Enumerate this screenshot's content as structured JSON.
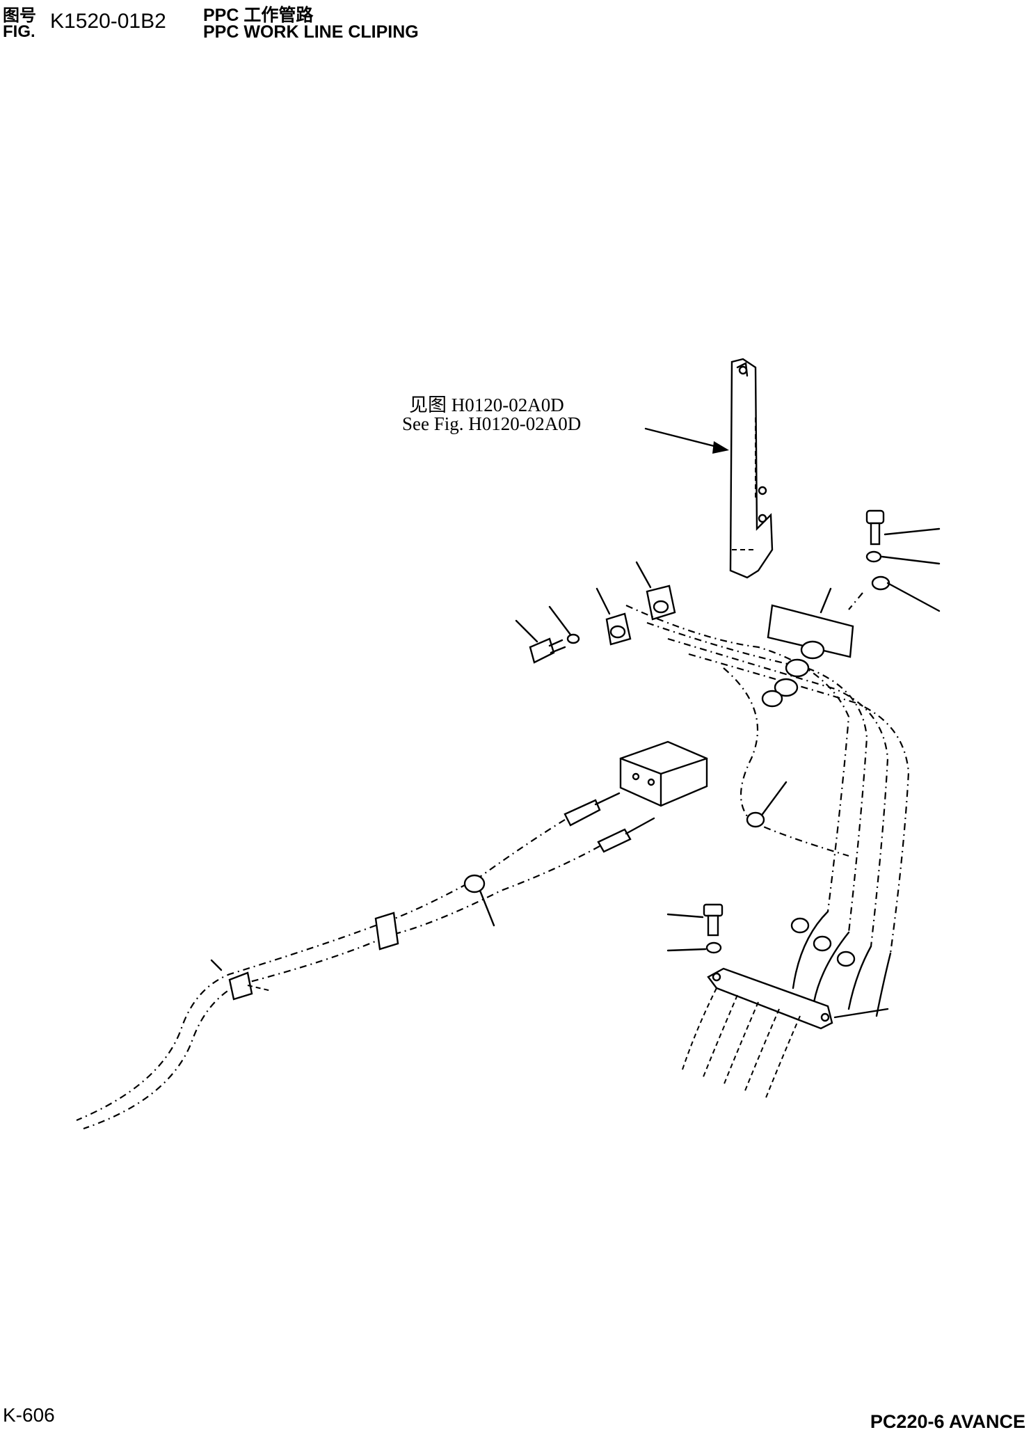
{
  "header": {
    "fig_label_cn": "图号",
    "fig_label_en": "FIG.",
    "fig_number": "K1520-01B2",
    "title_cn": "PPC 工作管路",
    "title_en": "PPC WORK LINE CLIPING"
  },
  "reference": {
    "see_cn": "见图 H0120-02A0D",
    "see_en": "See Fig. H0120-02A0D"
  },
  "footer": {
    "page_number": "K-606",
    "model": "PC220-6 AVANCE"
  }
}
